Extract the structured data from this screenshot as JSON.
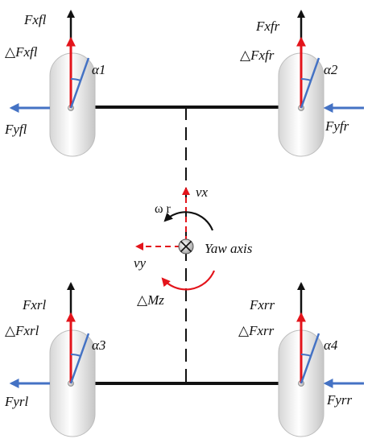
{
  "colors": {
    "black": "#111111",
    "red": "#e3141b",
    "blue": "#4472c4",
    "wheel_light": "#ffffff",
    "wheel_dark": "#c8c8c8"
  },
  "labels": {
    "fl": {
      "fx": "Fxfl",
      "dfx": "△Fxfl",
      "alpha": "α1",
      "fy": "Fyfl"
    },
    "fr": {
      "fx": "Fxfr",
      "dfx": "△Fxfr",
      "alpha": "α2",
      "fy": "Fyfr"
    },
    "rl": {
      "fx": "Fxrl",
      "dfx": "△Fxrl",
      "alpha": "α3",
      "fy": "Fyrl"
    },
    "rr": {
      "fx": "Fxrr",
      "dfx": "△Fxrr",
      "alpha": "α4",
      "fy": "Fyrr"
    },
    "center": {
      "vx": "vx",
      "vy": "vy",
      "omega": "ω r",
      "yaw_axis": "Yaw axis",
      "dmz": "△Mz"
    }
  }
}
